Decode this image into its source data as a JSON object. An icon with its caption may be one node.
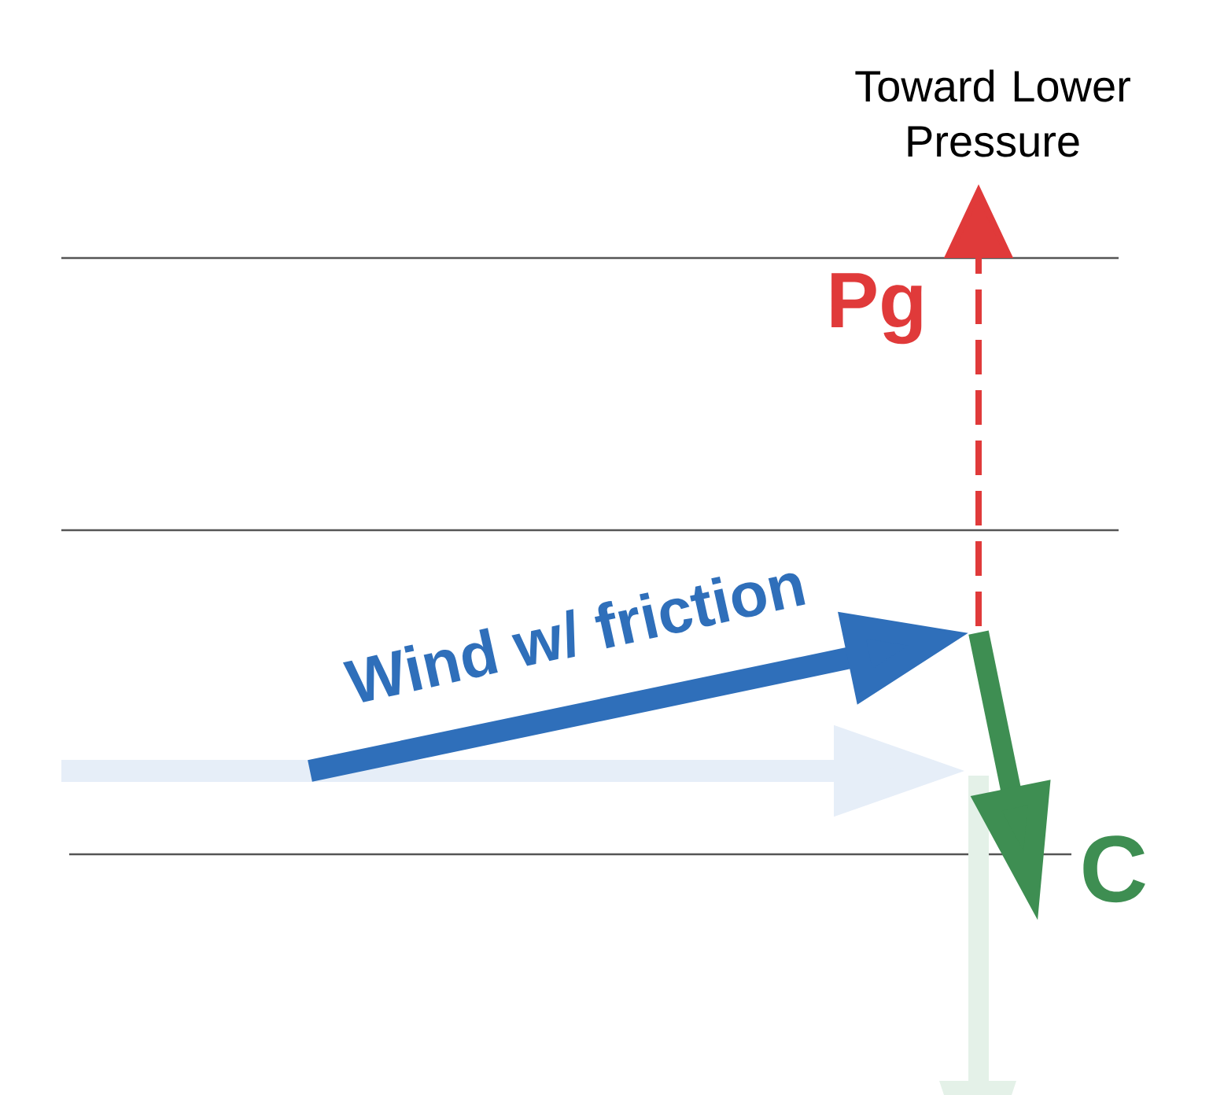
{
  "diagram": {
    "labels": [
      "Toward Lower Pressure",
      "Pg",
      "Wind w/ friction",
      "C"
    ]
  }
}
